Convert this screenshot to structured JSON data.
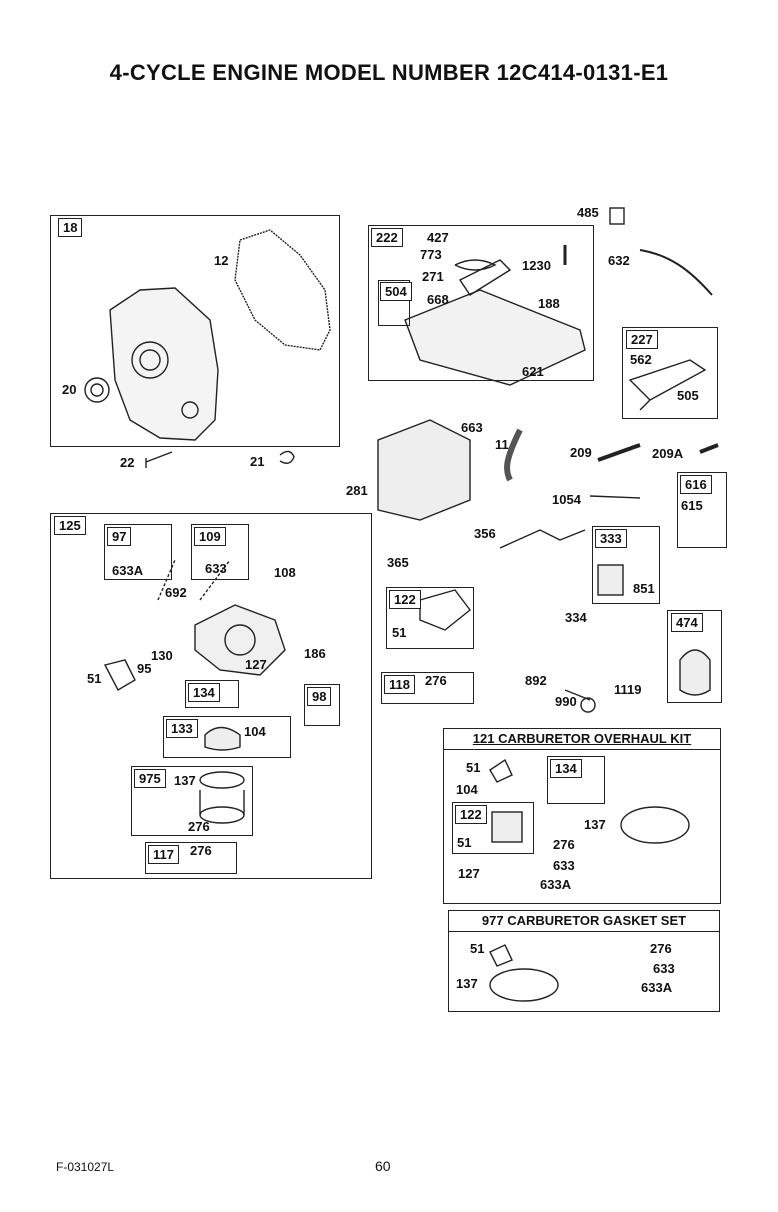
{
  "title": "4-CYCLE ENGINE MODEL NUMBER 12C414-0131-E1",
  "footer": {
    "code": "F-031027L",
    "page": "60"
  },
  "groups": {
    "g18": {
      "tag": "18",
      "parts": [
        "12",
        "20",
        "22",
        "21"
      ]
    },
    "g222": {
      "tag": "222",
      "parts": [
        "427",
        "773",
        "271",
        "1230",
        "668",
        "188",
        "621"
      ],
      "sub": "504"
    },
    "g227": {
      "tag": "227",
      "parts": [
        "562",
        "505"
      ]
    },
    "g125": {
      "tag": "125"
    },
    "g97": {
      "tag": "97",
      "part": "633A"
    },
    "g109": {
      "tag": "109",
      "part": "633"
    },
    "g134": {
      "tag": "134"
    },
    "g98": {
      "tag": "98"
    },
    "g133": {
      "tag": "133",
      "part": "104"
    },
    "g975": {
      "tag": "975",
      "parts": [
        "137",
        "276"
      ]
    },
    "g117": {
      "tag": "117",
      "part": "276"
    },
    "g122": {
      "tag": "122",
      "part": "51"
    },
    "g118": {
      "tag": "118",
      "part": "276"
    },
    "g333": {
      "tag": "333",
      "part": "851"
    },
    "g616": {
      "tag": "616",
      "part": "615"
    },
    "g474": {
      "tag": "474"
    }
  },
  "loose": {
    "p485": "485",
    "p632": "632",
    "p663": "663",
    "p11": "11",
    "p209": "209",
    "p209a": "209A",
    "p281": "281",
    "p1054": "1054",
    "p356": "356",
    "p365": "365",
    "p334": "334",
    "p108": "108",
    "p692": "692",
    "p130": "130",
    "p95": "95",
    "p51": "51",
    "p127": "127",
    "p186": "186",
    "p892": "892",
    "p990": "990",
    "p1119": "1119"
  },
  "kit121": {
    "header": "121 CARBURETOR OVERHAUL KIT",
    "sub134": "134",
    "sub122": "122",
    "sub122part": "51",
    "parts": {
      "a": "51",
      "b": "104",
      "c": "137",
      "d": "276",
      "e": "633",
      "f": "127",
      "g": "633A"
    }
  },
  "kit977": {
    "header": "977 CARBURETOR  GASKET SET",
    "parts": {
      "a": "51",
      "b": "276",
      "c": "633",
      "d": "137",
      "e": "633A"
    }
  }
}
